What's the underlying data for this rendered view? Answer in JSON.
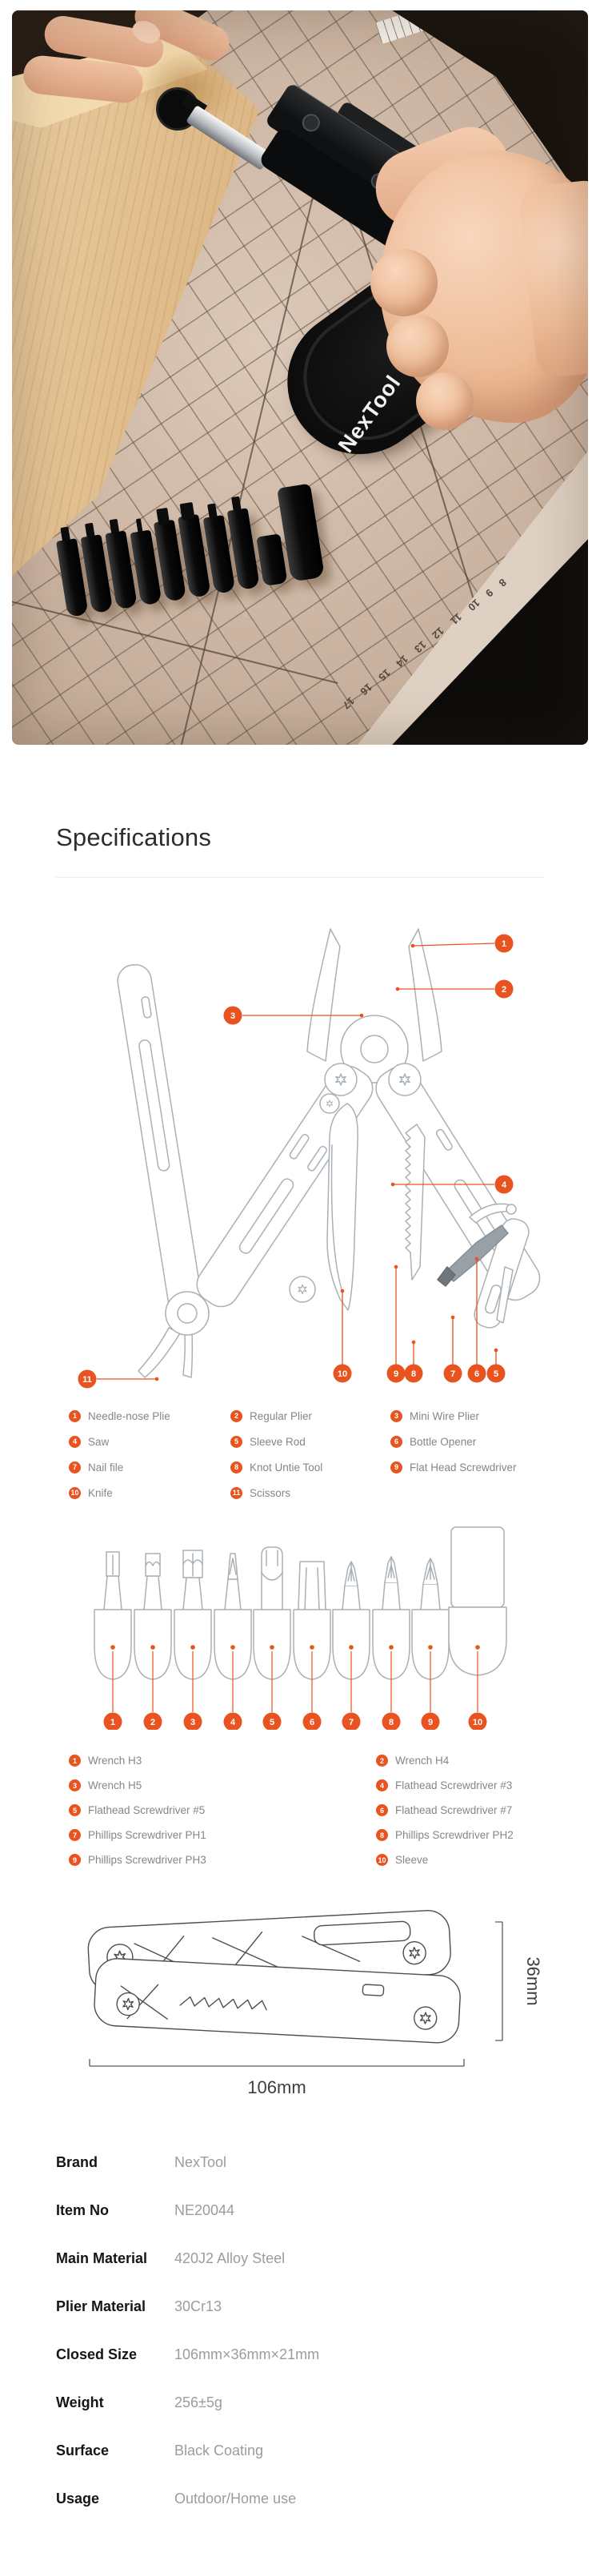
{
  "accent": "#e8531f",
  "hero": {
    "pouch_logo": "NexTool",
    "mat_numbers": [
      "17",
      "16",
      "15",
      "14",
      "13",
      "12",
      "11",
      "10",
      "9",
      "8"
    ]
  },
  "specifications": {
    "title": "Specifications"
  },
  "plier_diagram": {
    "callouts": [
      "1",
      "2",
      "3",
      "4",
      "5",
      "6",
      "7",
      "8",
      "9",
      "10",
      "11"
    ]
  },
  "plier_legend": {
    "columns": [
      {
        "items": [
          {
            "num": "1",
            "label": "Needle-nose Plie"
          },
          {
            "num": "4",
            "label": "Saw"
          },
          {
            "num": "7",
            "label": "Nail file"
          },
          {
            "num": "10",
            "label": "Knife"
          }
        ]
      },
      {
        "items": [
          {
            "num": "2",
            "label": "Regular Plier"
          },
          {
            "num": "5",
            "label": "Sleeve Rod"
          },
          {
            "num": "8",
            "label": "Knot Untie Tool"
          },
          {
            "num": "11",
            "label": "Scissors"
          }
        ]
      },
      {
        "items": [
          {
            "num": "3",
            "label": "Mini Wire Plier"
          },
          {
            "num": "6",
            "label": "Bottle Opener"
          },
          {
            "num": "9",
            "label": "Flat Head Screwdriver"
          }
        ]
      }
    ]
  },
  "bits_diagram": {
    "callouts": [
      "1",
      "2",
      "3",
      "4",
      "5",
      "6",
      "7",
      "8",
      "9",
      "10"
    ]
  },
  "bits_legend": {
    "columns": [
      {
        "items": [
          {
            "num": "1",
            "label": "Wrench H3"
          },
          {
            "num": "3",
            "label": "Wrench H5"
          },
          {
            "num": "5",
            "label": "Flathead Screwdriver #5"
          },
          {
            "num": "7",
            "label": "Phillips Screwdriver PH1"
          },
          {
            "num": "9",
            "label": "Phillips Screwdriver PH3"
          }
        ]
      },
      {
        "items": [
          {
            "num": "2",
            "label": "Wrench H4"
          },
          {
            "num": "4",
            "label": "Flathead Screwdriver #3"
          },
          {
            "num": "6",
            "label": "Flathead Screwdriver #7"
          },
          {
            "num": "8",
            "label": "Phillips Screwdriver PH2"
          },
          {
            "num": "10",
            "label": "Sleeve"
          }
        ]
      }
    ]
  },
  "dimensions": {
    "width": "106mm",
    "height": "36mm"
  },
  "spec_table": {
    "rows": [
      {
        "label": "Brand",
        "value": "NexTool"
      },
      {
        "label": "Item No",
        "value": "NE20044"
      },
      {
        "label": "Main Material",
        "value": "420J2 Alloy Steel"
      },
      {
        "label": "Plier Material",
        "value": "30Cr13"
      },
      {
        "label": "Closed Size",
        "value": "106mm×36mm×21mm"
      },
      {
        "label": "Weight",
        "value": "256±5g"
      },
      {
        "label": "Surface",
        "value": "Black Coating"
      },
      {
        "label": "Usage",
        "value": "Outdoor/Home use"
      }
    ]
  }
}
